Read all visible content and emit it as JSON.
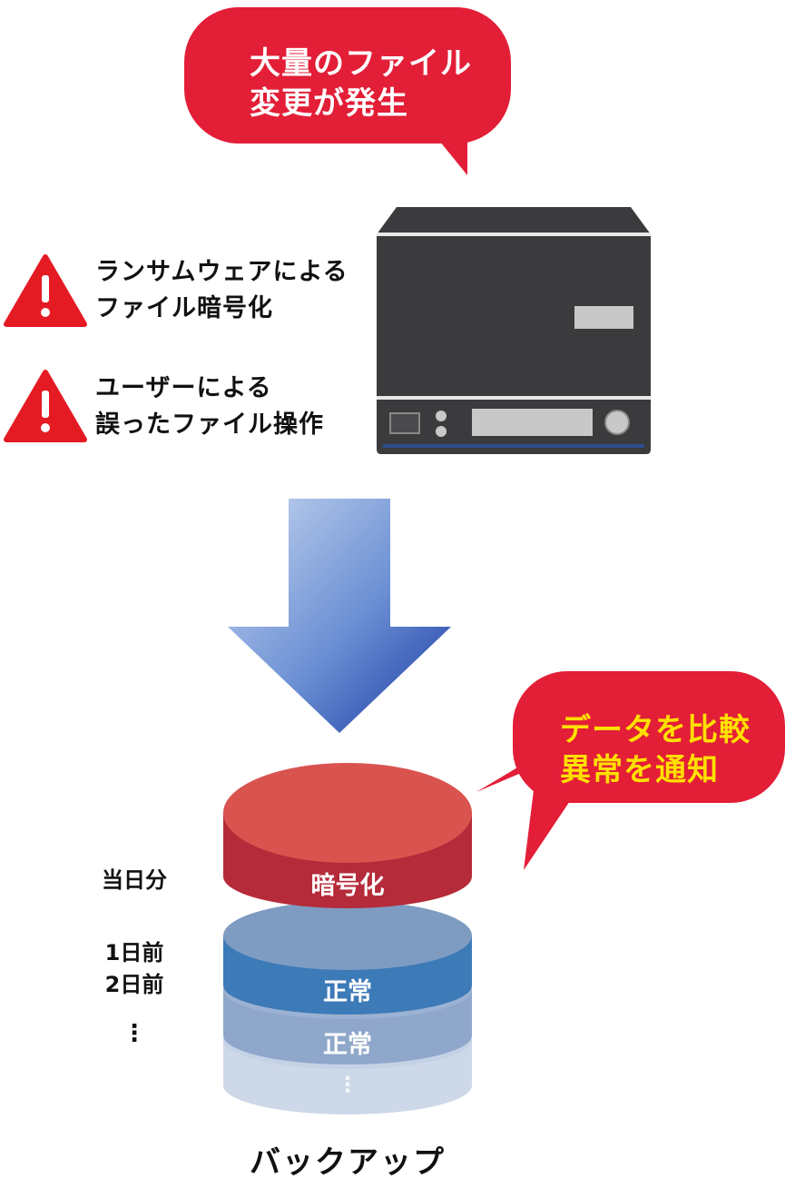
{
  "top_bubble": {
    "line1": "大量のファイル",
    "line2": "変更が発生"
  },
  "warnings": [
    {
      "line1": "ランサムウェアによる",
      "line2": "ファイル暗号化"
    },
    {
      "line1": "ユーザーによる",
      "line2": "誤ったファイル操作"
    }
  ],
  "side_bubble": {
    "line1": "データを比較",
    "line2": "異常を通知"
  },
  "side_labels": {
    "today": "当日分",
    "day1": "1日前",
    "day2": "2日前",
    "more": "⋮"
  },
  "layers": {
    "top": "暗号化",
    "mid": "正常",
    "low": "正常",
    "bottom": "⋮"
  },
  "caption": "バックアップ",
  "colors": {
    "bubble_red": "#e31e37",
    "bubble_yellow_text": "#ffe000",
    "nas_body": "#3b3a3c",
    "arrow_start": "#b7cbea",
    "arrow_end": "#1a3ea8",
    "layer_red_top": "#d9534f",
    "layer_red_side": "#b52b3a",
    "layer_blue": "#3d7ab8",
    "layer_grey_blue": "#7e9cc2"
  }
}
